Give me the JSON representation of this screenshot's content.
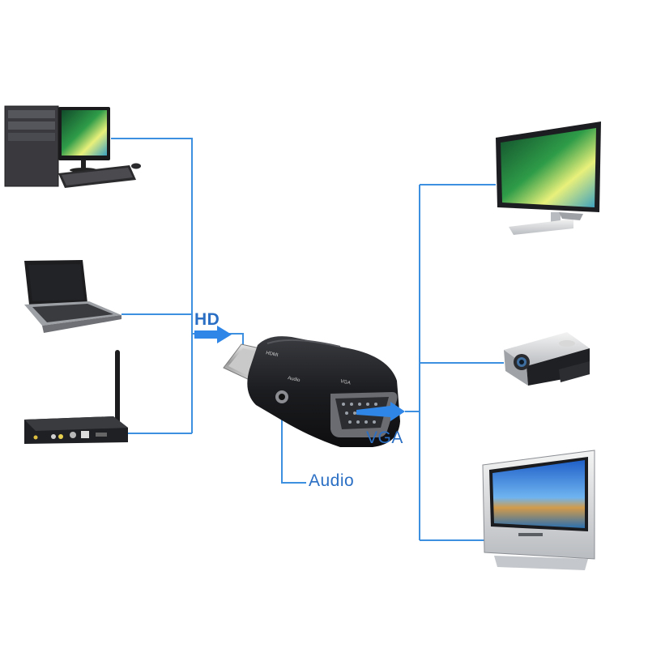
{
  "labels": {
    "hdmi_input": "HD",
    "vga_output": "VGA",
    "audio_output": "Audio"
  },
  "adapter": {
    "port_left_text": "HDMI",
    "port_audio_text": "Audio",
    "port_vga_text": "VGA"
  },
  "colors": {
    "connector_line": "#3d8fe0",
    "arrow": "#2f86e6",
    "label_text": "#2a6fc4",
    "adapter_body": "#1b1c1f"
  },
  "sources": [
    {
      "device": "desktop-computer-icon"
    },
    {
      "device": "laptop-icon"
    },
    {
      "device": "wifi-router-icon"
    }
  ],
  "outputs": [
    {
      "device": "lcd-monitor-icon"
    },
    {
      "device": "projector-icon"
    },
    {
      "device": "crt-tv-icon"
    }
  ]
}
